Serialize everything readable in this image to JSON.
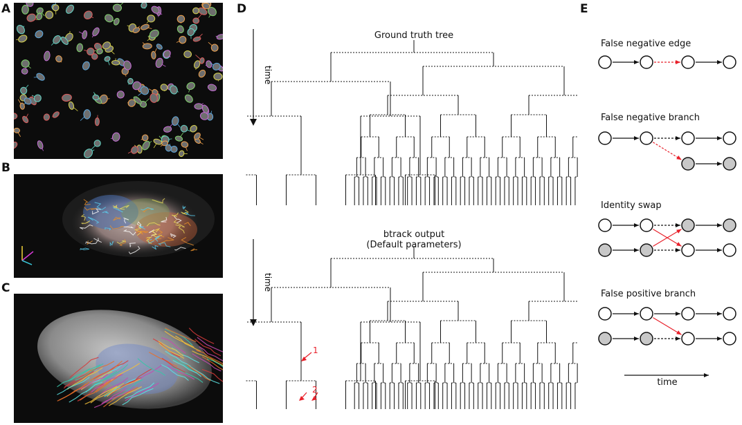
{
  "panels": {
    "a": "A",
    "b": "B",
    "c": "C",
    "d": "D",
    "e": "E"
  },
  "panel_d": {
    "time_label": "time",
    "top_title": "Ground truth tree",
    "bottom_title_line1": "btrack output",
    "bottom_title_line2": "(Default parameters)",
    "error_markers": [
      "1",
      "2"
    ]
  },
  "panel_e": {
    "cases": [
      "False negative edge",
      "False negative branch",
      "Identity swap",
      "False positive branch"
    ],
    "time_label": "time"
  },
  "colors": {
    "error_edge": "#e8202a",
    "filled_node": "#c8c8c8",
    "image_background": "#0c0c0c"
  }
}
